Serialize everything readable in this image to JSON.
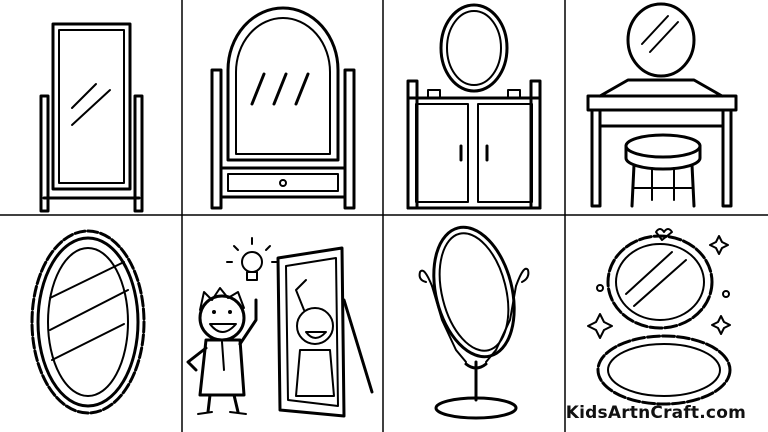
{
  "sheet": {
    "cells": [
      {
        "id": "standing-mirror",
        "icon": "standing-floor-mirror-icon"
      },
      {
        "id": "cheval-mirror",
        "icon": "cheval-mirror-with-drawer-icon"
      },
      {
        "id": "dresser-mirror",
        "icon": "dresser-with-oval-mirror-icon"
      },
      {
        "id": "vanity-table",
        "icon": "vanity-table-with-stool-icon"
      },
      {
        "id": "ornate-oval-mirror",
        "icon": "ornate-oval-mirror-icon"
      },
      {
        "id": "boy-at-mirror",
        "icon": "boy-looking-in-mirror-icon"
      },
      {
        "id": "tilting-table-mirror",
        "icon": "tilting-table-mirror-icon"
      },
      {
        "id": "sparkly-compact-mirror",
        "icon": "compact-mirror-icon"
      }
    ],
    "colors": {
      "ink": "#000000",
      "background": "#ffffff"
    }
  },
  "brand": {
    "text": "KidsArtnCraft.com"
  }
}
